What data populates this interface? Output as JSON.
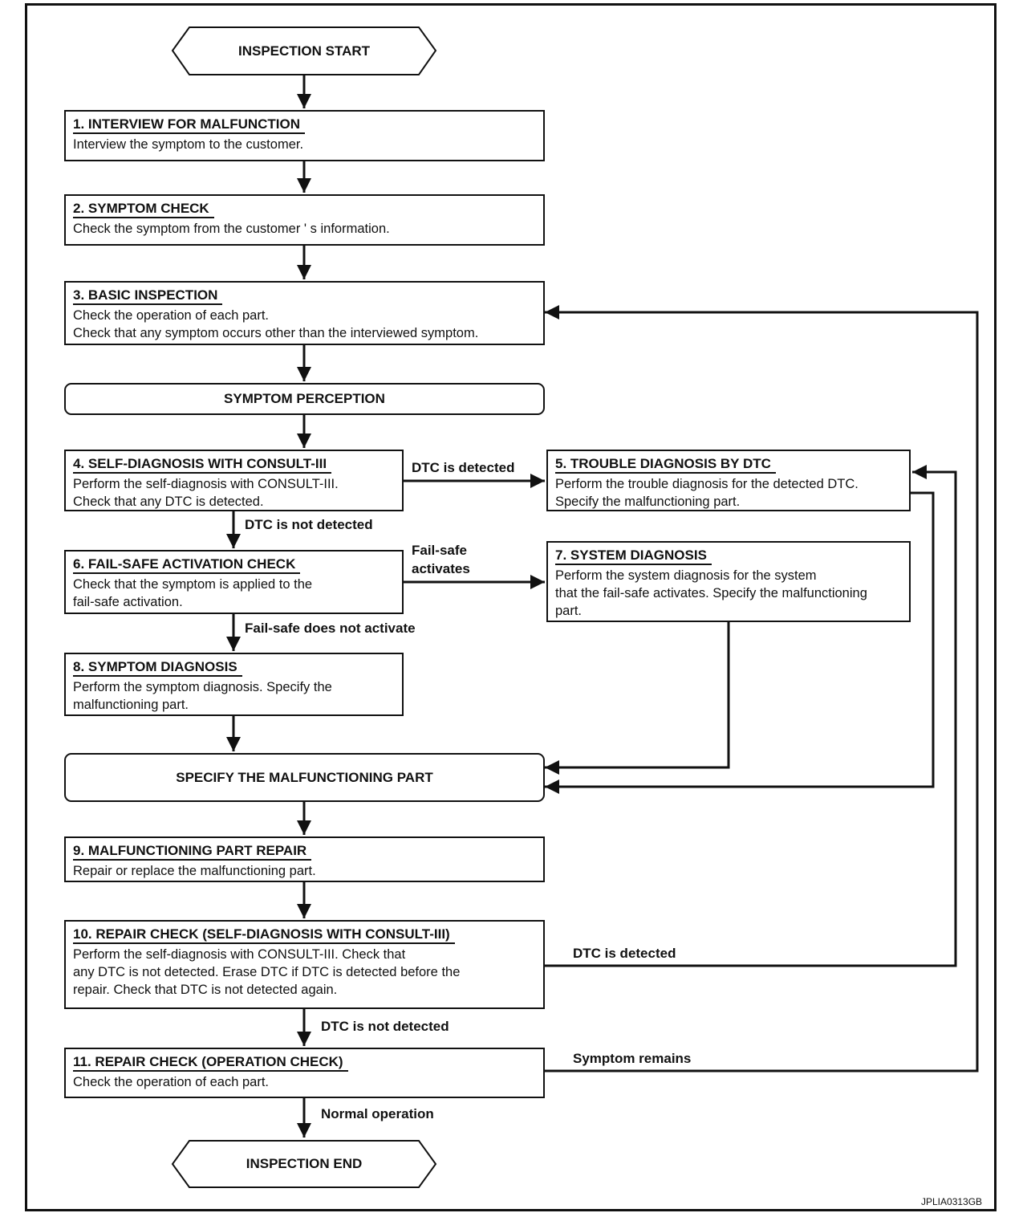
{
  "terminals": {
    "start": "INSPECTION START",
    "end": "INSPECTION END"
  },
  "steps": [
    {
      "title": "1. INTERVIEW FOR MALFUNCTION",
      "lines": [
        "Interview the symptom to the customer."
      ]
    },
    {
      "title": "2. SYMPTOM CHECK",
      "lines": [
        "Check the symptom from the customer ' s information."
      ]
    },
    {
      "title": "3. BASIC INSPECTION",
      "lines": [
        "Check the operation of each part.",
        "Check that any symptom occurs other than the interviewed symptom."
      ]
    },
    {
      "title": "4. SELF-DIAGNOSIS WITH CONSULT-III",
      "lines": [
        "Perform the self-diagnosis with CONSULT-III.",
        "Check that any DTC is detected."
      ]
    },
    {
      "title": "5. TROUBLE DIAGNOSIS BY DTC",
      "lines": [
        "Perform the trouble diagnosis for the detected DTC.",
        "Specify the malfunctioning part."
      ]
    },
    {
      "title": "6. FAIL-SAFE ACTIVATION CHECK",
      "lines": [
        "Check that the symptom is applied to the",
        "fail-safe activation."
      ]
    },
    {
      "title": "7. SYSTEM DIAGNOSIS",
      "lines": [
        "Perform the system diagnosis for the system",
        "that the fail-safe activates. Specify the malfunctioning",
        "part."
      ]
    },
    {
      "title": "8. SYMPTOM DIAGNOSIS",
      "lines": [
        "Perform the symptom diagnosis. Specify the",
        "malfunctioning part."
      ]
    },
    {
      "title": "9. MALFUNCTIONING PART REPAIR",
      "lines": [
        "Repair or replace the malfunctioning part."
      ]
    },
    {
      "title": "10. REPAIR CHECK (SELF-DIAGNOSIS WITH CONSULT-III)",
      "lines": [
        "Perform the self-diagnosis with CONSULT-III. Check that",
        "any DTC is not detected. Erase DTC if DTC is detected before the",
        "repair. Check that DTC is not detected again."
      ]
    },
    {
      "title": "11. REPAIR CHECK (OPERATION CHECK)",
      "lines": [
        "Check the operation of each part."
      ]
    }
  ],
  "phases": {
    "symptom_perception": "SYMPTOM PERCEPTION",
    "specify_part": "SPECIFY THE MALFUNCTIONING PART"
  },
  "branch_labels": {
    "dtc_detected_4": "DTC is detected",
    "dtc_not_detected_4": "DTC is not detected",
    "failsafe_activates_line1": "Fail-safe",
    "failsafe_activates_line2": "activates",
    "failsafe_not_activate": "Fail-safe does not activate",
    "dtc_detected_10": "DTC is detected",
    "dtc_not_detected_10": "DTC is not detected",
    "symptom_remains": "Symptom remains",
    "normal_operation": "Normal operation"
  },
  "figure_code": "JPLIA0313GB"
}
